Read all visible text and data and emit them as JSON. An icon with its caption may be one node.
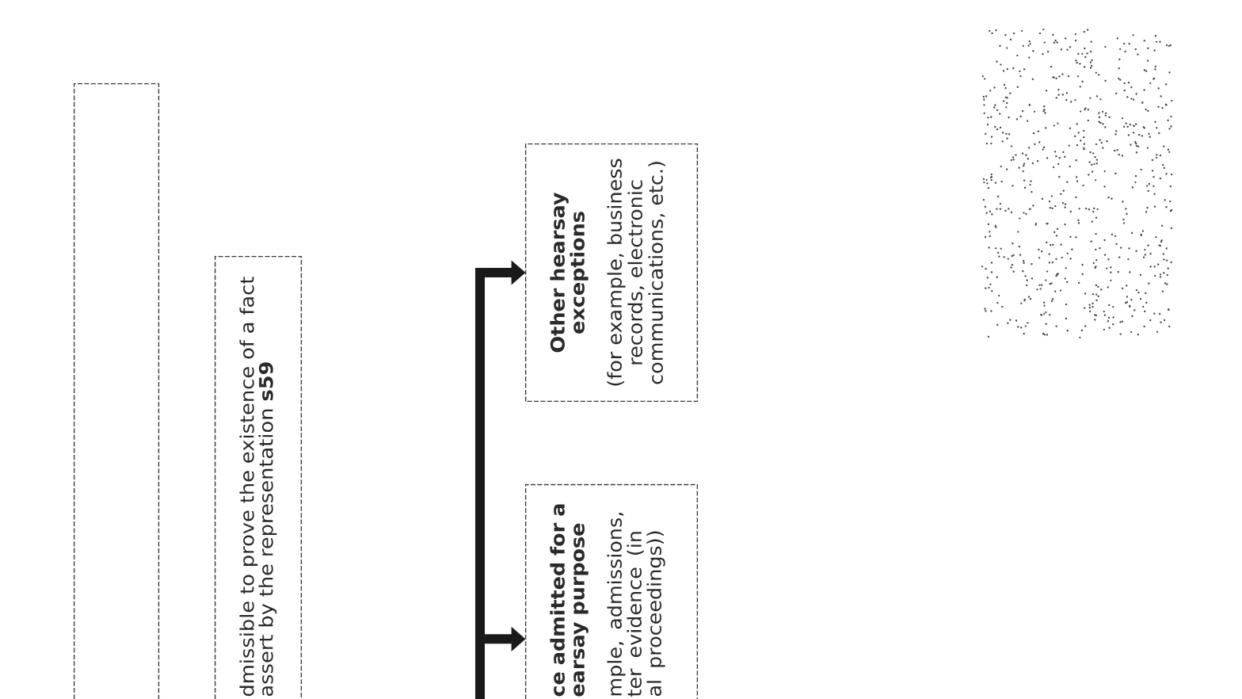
{
  "diagram": {
    "nodes": [
      {
        "text": [],
        "shape": "box"
      },
      {
        "text": [
          "dmissible to prove the existence of a fact assert by the representation **s59**"
        ]
      },
      {
        "text": [
          "ce admitted for a earsay purpose",
          "mple, admissions, ter evidence (in al proceedings))"
        ]
      },
      {
        "text": [
          "Other hearsay exceptions",
          "(for example, business records, electronic communications, etc.)"
        ]
      }
    ],
    "edges": [
      {
        "from": null,
        "to": 2,
        "arrow": "to"
      },
      {
        "from": null,
        "to": 3,
        "arrow": "to"
      }
    ]
  }
}
